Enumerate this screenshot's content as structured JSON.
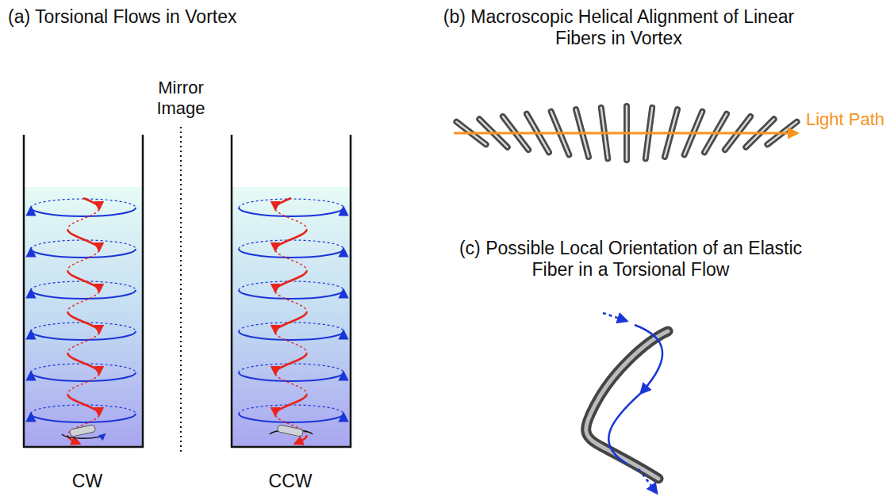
{
  "diagram": {
    "labels": [
      "(a) Torsional Flows in Vortex",
      "Mirror Image",
      "CW",
      "CCW",
      "(b) Macroscopic Helical Alignment of Linear Fibers in Vortex",
      "Light Path",
      "(c) Possible Local Orientation of an Elastic Fiber in a Torsional Flow"
    ]
  }
}
